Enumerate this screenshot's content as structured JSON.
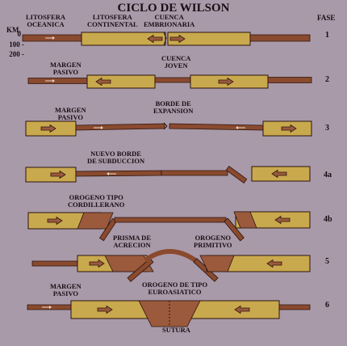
{
  "title": "CICLO DE WILSON",
  "fase_header": "FASE",
  "depth_scale": {
    "unit": "KM.",
    "ticks": [
      "0",
      "100 -",
      "200 -"
    ]
  },
  "phases": [
    "1",
    "2",
    "3",
    "4a",
    "4b",
    "5",
    "6"
  ],
  "labels": {
    "litosfera_oceanica": [
      "LITOSFERA",
      "OCEANICA"
    ],
    "litosfera_continental": [
      "LITOSFERA",
      "CONTINENTAL"
    ],
    "cuenca_embrionaria": [
      "CUENCA",
      "EMBRIONARIA"
    ],
    "margen_pasivo_2": [
      "MARGEN",
      "PASIVO"
    ],
    "cuenca_joven": [
      "CUENCA",
      "JOVEN"
    ],
    "margen_pasivo_3": [
      "MARGEN",
      "PASIVO"
    ],
    "borde_expansion": [
      "BORDE DE",
      "EXPANSION"
    ],
    "nuevo_borde": [
      "NUEVO BORDE",
      "DE SUBDUCCION"
    ],
    "orogeno_cordillerano": [
      "OROGENO TIPO",
      "CORDILLERANO"
    ],
    "prisma_acrecion": [
      "PRISMA DE",
      "ACRECION"
    ],
    "orogeno_primitivo": [
      "OROGENO",
      "PRIMITIVO"
    ],
    "margen_pasivo_6": [
      "MARGEN",
      "PASIVO"
    ],
    "orogeno_euroasiatico": [
      "OROGENO DE TIPO",
      "EUROASIATICO"
    ],
    "sutura": "SUTURA"
  },
  "colors": {
    "background": "#a99aa9",
    "continent": "#c9a94d",
    "oceanic": "#8a4a2e",
    "orogen": "#9b5a3c",
    "outline": "#2b1410"
  }
}
